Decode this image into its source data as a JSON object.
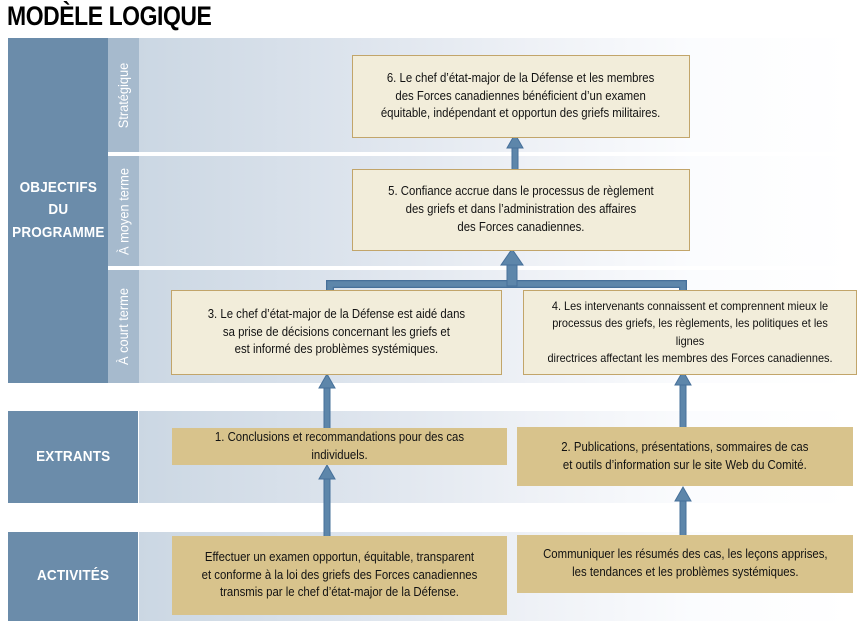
{
  "title": "MODÈLE LOGIQUE",
  "colors": {
    "sidebar_blue": "#6b8caa",
    "strip_blue": "#a6bacd",
    "gradient_left": "#cbd7e3",
    "outcome_box_fill": "#f2edda",
    "outcome_box_border": "#c2a56a",
    "output_box_fill": "#d8c38c",
    "arrow_fill": "#5d86aa",
    "arrow_outline": "#46709a"
  },
  "sidebar": {
    "objectives_label": "OBJECTIFS DU PROGRAMME",
    "outputs_label": "EXTRANTS",
    "activities_label": "ACTIVITÉS"
  },
  "term_labels": {
    "strategic": "Stratégique",
    "medium": "À moyen terme",
    "short": "À court terme"
  },
  "boxes": {
    "box6": "6. Le chef d’état-major de la Défense et les membres\ndes Forces canadiennes bénéficient d’un examen\néquitable, indépendant et opportun des griefs militaires.",
    "box5": "5. Confiance accrue dans le processus de règlement\ndes griefs et dans l’administration des affaires\ndes Forces canadiennes.",
    "box3": "3. Le chef d’état-major de la Défense est aidé dans\nsa prise de décisions concernant les griefs et\nest informé des problèmes systémiques.",
    "box4": "4. Les intervenants connaissent et comprennent mieux le\nprocessus des griefs, les règlements, les politiques et les lignes\ndirectrices affectant les membres des Forces canadiennes.",
    "box1": "1. Conclusions et recommandations pour des cas individuels.",
    "box2": "2. Publications, présentations, sommaires de cas\net outils d’information sur le site Web du Comité.",
    "activity_left": "Effectuer un examen opportun, équitable, transparent\net conforme à la loi des griefs des Forces canadiennes\ntransmis par le chef d’état-major de la Défense.",
    "activity_right": "Communiquer les résumés des cas, les leçons apprises,\nles tendances et les problèmes systémiques."
  }
}
